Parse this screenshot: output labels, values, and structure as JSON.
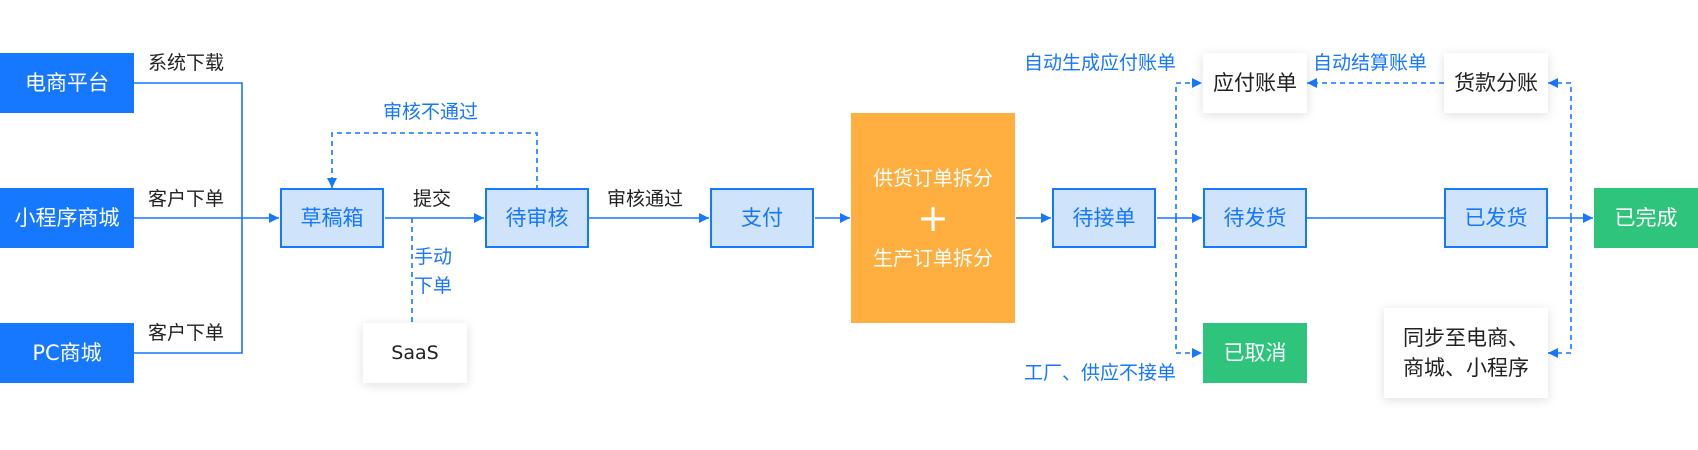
{
  "sources": {
    "ecommerce": "电商平台",
    "mini_program": "小程序商城",
    "pc_mall": "PC商城"
  },
  "steps": {
    "draft_box": "草稿箱",
    "pending_review": "待审核",
    "payment": "支付",
    "pending_accept": "待接单",
    "pending_ship": "待发货",
    "shipped": "已发货",
    "completed": "已完成",
    "cancelled": "已取消",
    "payable": "应付账单",
    "settlement": "货款分账",
    "saas": "SaaS",
    "sync": "同步至电商、商城、小程序"
  },
  "split_box": {
    "line1": "供货订单拆分",
    "plus": "+",
    "line2": "生产订单拆分"
  },
  "labels": {
    "system_download": "系统下载",
    "customer_order_1": "客户下单",
    "customer_order_2": "客户下单",
    "submit": "提交",
    "review_passed": "审核通过",
    "review_rejected": "审核不通过",
    "manual_order": "手动下单",
    "auto_payable": "自动生成应付账单",
    "auto_settlement": "自动结算账单",
    "factory_reject": "工厂、供应不接单"
  },
  "colors": {
    "accent_blue": "#1677ff",
    "step_fill": "#cfe3fb",
    "orange": "#ffaf3f",
    "green": "#2ec47c",
    "text_dark": "#222222"
  }
}
